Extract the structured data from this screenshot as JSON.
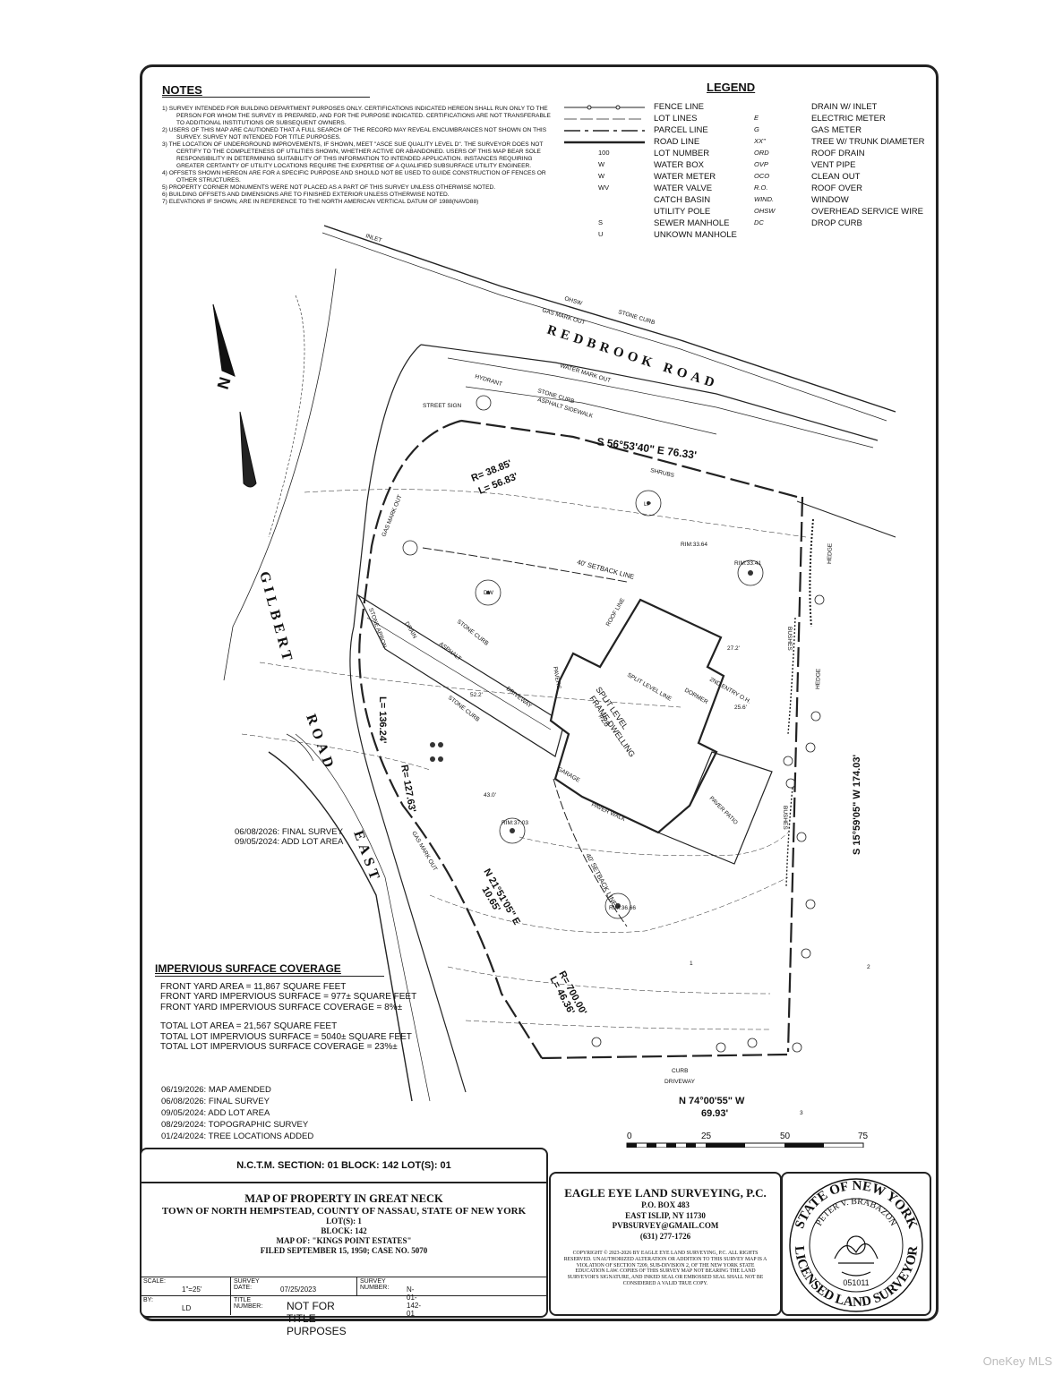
{
  "notes": {
    "title": "NOTES",
    "items": [
      "1)\tSURVEY INTENDED FOR BUILDING DEPARTMENT PURPOSES ONLY. CERTIFICATIONS INDICATED HEREON SHALL RUN ONLY TO THE PERSON FOR WHOM THE SURVEY IS PREPARED, AND FOR THE PURPOSE INDICATED. CERTIFICATIONS ARE NOT TRANSFERABLE TO ADDITIONAL INSTITUTIONS OR SUBSEQUENT OWNERS.",
      "2)\tUSERS OF THIS MAP ARE CAUTIONED THAT A FULL SEARCH OF THE RECORD MAY REVEAL ENCUMBRANCES NOT SHOWN ON THIS SURVEY. SURVEY NOT INTENDED FOR TITLE PURPOSES.",
      "3)\tTHE LOCATION OF UNDERGROUND IMPROVEMENTS, IF SHOWN, MEET \"ASCE SUE QUALITY LEVEL D\". THE SURVEYOR DOES NOT CERTIFY TO THE COMPLETENESS OF UTILITIES SHOWN, WHETHER ACTIVE OR ABANDONED. USERS OF THIS MAP BEAR SOLE RESPONSIBILITY IN DETERMINING SUITABILITY OF THIS INFORMATION TO INTENDED APPLICATION. INSTANCES REQUIRING GREATER CERTAINTY OF UTILITY LOCATIONS REQUIRE THE EXPERTISE OF A QUALIFIED SUBSURFACE UTILITY ENGINEER.",
      "4)\tOFFSETS SHOWN HEREON ARE FOR A SPECIFIC PURPOSE AND SHOULD NOT BE USED TO GUIDE CONSTRUCTION OF FENCES OR OTHER STRUCTURES.",
      "5)\tPROPERTY CORNER MONUMENTS WERE NOT PLACED AS A PART OF THIS SURVEY UNLESS OTHERWISE NOTED.",
      "6)\tBUILDING OFFSETS AND DIMENSIONS ARE TO FINISHED EXTERIOR UNLESS OTHERWISE NOTED.",
      "7)\tELEVATIONS IF SHOWN, ARE IN REFERENCE TO THE NORTH AMERICAN VERTICAL DATUM OF 1988(NAVD88)"
    ]
  },
  "legend": {
    "title": "LEGEND",
    "left": [
      {
        "sym": "",
        "label": "FENCE LINE"
      },
      {
        "sym": "",
        "label": "LOT LINES"
      },
      {
        "sym": "",
        "label": "PARCEL LINE"
      },
      {
        "sym": "",
        "label": "ROAD LINE"
      },
      {
        "sym": "100",
        "label": "LOT NUMBER"
      },
      {
        "sym": "W",
        "label": "WATER BOX"
      },
      {
        "sym": "W",
        "label": "WATER METER"
      },
      {
        "sym": "WV",
        "label": "WATER VALVE"
      },
      {
        "sym": "",
        "label": "CATCH BASIN"
      },
      {
        "sym": "",
        "label": "UTILITY POLE"
      },
      {
        "sym": "S",
        "label": "SEWER MANHOLE"
      },
      {
        "sym": "U",
        "label": "UNKOWN MANHOLE"
      }
    ],
    "right": [
      {
        "sym": "",
        "label": "DRAIN W/ INLET"
      },
      {
        "sym": "E",
        "label": "ELECTRIC METER"
      },
      {
        "sym": "G",
        "label": "GAS METER"
      },
      {
        "sym": "XX\"",
        "label": "TREE W/ TRUNK DIAMETER"
      },
      {
        "sym": "ORD",
        "label": "ROOF DRAIN"
      },
      {
        "sym": "OVP",
        "label": "VENT PIPE"
      },
      {
        "sym": "OCO",
        "label": "CLEAN OUT"
      },
      {
        "sym": "R.O.",
        "label": "ROOF OVER"
      },
      {
        "sym": "WIND.",
        "label": "WINDOW"
      },
      {
        "sym": "OHSW",
        "label": "OVERHEAD SERVICE WIRE"
      },
      {
        "sym": "DC",
        "label": "DROP CURB"
      }
    ]
  },
  "map": {
    "road_redbrook": "REDBROOK ROAD",
    "road_gilbert": "GILBERT",
    "road_gilbert2": "ROAD",
    "road_gilbert3": "EAST",
    "north_arrow": "N",
    "bearing_north": "S 56°53'40\" E 76.33'",
    "bearing_east": "S 15°59'05\" W 174.03'",
    "bearing_south1": "N 74°00'55\" W",
    "bearing_south2": "69.93'",
    "curve1a": "R= 38.85'",
    "curve1b": "L= 56.83'",
    "curve2a": "L= 136.24'",
    "curve2b": "R= 127.63'",
    "tie1": "N 21°51'05\" E",
    "tie2": "10.65'",
    "curve3a": "R= 700.00'",
    "curve3b": "L= 46.36'",
    "dwelling1": "SPLIT LEVEL",
    "dwelling2": "FRAME DWELLING",
    "dwelling3": "#28",
    "setback1": "40' SETBACK LINE",
    "setback2": "40' SETBACK LINE",
    "labels": {
      "ohsw": "OHSW",
      "gas_mark": "GAS MARK OUT",
      "stone_curb": "STONE CURB",
      "water_mark": "WATER MARK OUT",
      "hydrant": "HYDRANT",
      "asphalt_sidewalk": "ASPHALT SIDEWALK",
      "street_sign": "STREET SIGN",
      "shrubs": "SHRUBS",
      "hedge1": "HEDGE",
      "hedge2": "HEDGE",
      "bushes": "BUSHES",
      "bushes2": "BUSHES",
      "stone_apron": "STONE APRON",
      "drain": "DRAIN",
      "asphalt": "ASPHALT",
      "driveway": "DRIVEWAY",
      "stone_curb2": "STONE CURB",
      "stone_curb3": "STONE CURB",
      "garage": "GARAGE",
      "paver_walk": "PAVER WALK",
      "paver_patio": "PAVER PATIO",
      "pavers": "PAVERS",
      "gas_mark2": "GAS MARK OUT",
      "gas_mark3": "GAS MARK OUT",
      "curb": "CURB",
      "driveway2": "DRIVEWAY",
      "inlet": "INLET",
      "roof_line": "ROOF LINE",
      "split_level_line": "SPLIT LEVEL LINE",
      "dormer": "DORMER",
      "entry": "2ND ENTRY O.H.",
      "dw": "DW",
      "lp": "LP",
      "rim1": "RIM:33.64",
      "rim2": "RIM:33.41",
      "rim3": "RIM:37.03",
      "rim4": "RIM:36.66",
      "d27": "27.2'",
      "d25": "25.6'",
      "d52": "52.2'",
      "d43": "43.0'",
      "lot1": "1",
      "lot2": "2",
      "lot3": "3"
    },
    "scale_nums": [
      "0",
      "25",
      "50",
      "75"
    ]
  },
  "revisions_map": [
    "06/08/2026: FINAL SURVEY",
    "09/05/2024: ADD LOT AREA"
  ],
  "impervious": {
    "title": "IMPERVIOUS SURFACE COVERAGE",
    "front": [
      "FRONT YARD AREA = 11,867 SQUARE FEET",
      "FRONT YARD IMPERVIOUS SURFACE = 977± SQUARE FEET",
      "FRONT YARD IMPERVIOUS SURFACE COVERAGE = 8%±"
    ],
    "total": [
      "TOTAL LOT AREA = 21,567 SQUARE FEET",
      "TOTAL LOT IMPERVIOUS SURFACE =  5040± SQUARE FEET",
      "TOTAL LOT IMPERVIOUS SURFACE COVERAGE = 23%±"
    ]
  },
  "revisions": [
    "06/19/2026: MAP AMENDED",
    "06/08/2026: FINAL SURVEY",
    "09/05/2024: ADD LOT AREA",
    "08/29/2024: TOPOGRAPHIC SURVEY",
    "01/24/2024: TREE LOCATIONS ADDED"
  ],
  "titleblock": {
    "ncmt": "N.C.T.M.  SECTION: 01  BLOCK: 142  LOT(S): 01",
    "line1": "MAP OF PROPERTY IN GREAT NECK",
    "line2": "TOWN OF NORTH HEMPSTEAD, COUNTY OF NASSAU, STATE OF NEW YORK",
    "line3": "LOT(S): 1",
    "line4": "BLOCK: 142",
    "line5": "MAP OF: \"KINGS POINT ESTATES\"",
    "line6": "FILED SEPTEMBER 15, 1950; CASE NO. 5070",
    "scale_label": "SCALE:",
    "scale_value": "1\"=25'",
    "survey_date_label": "SURVEY DATE:",
    "survey_date": "07/25/2023",
    "survey_number_label": "SURVEY NUMBER:",
    "survey_number": "N-01-142-01",
    "by_label": "BY:",
    "by_value": "LD",
    "title_number_label": "TITLE NUMBER:",
    "title_note": "NOT FOR TITLE PURPOSES"
  },
  "company": {
    "name": "EAGLE EYE LAND SURVEYING, P.C.",
    "po": "P.O. BOX 483",
    "city": "EAST ISLIP, NY 11730",
    "email": "PVBSURVEY@GMAIL.COM",
    "phone": "(631) 277-1726",
    "copyright": "COPYRIGHT © 2023-2026 BY EAGLE EYE LAND SURVEYING, P.C. ALL RIGHTS RESERVED. UNAUTHORIZED ALTERATION OR ADDITION TO THIS SURVEY MAP IS A VIOLATION OF SECTION 7209, SUB-DIVISION 2, OF THE NEW YORK STATE EDUCATION LAW. COPIES OF THIS SURVEY MAP NOT BEARING THE LAND SURVEYOR'S SIGNATURE, AND INKED SEAL OR EMBOSSED SEAL SHALL NOT BE CONSIDERED A VALID TRUE COPY."
  },
  "seal": {
    "top": "STATE OF NEW YORK",
    "name": "PETER V. BRABAZON",
    "number": "051011",
    "bottom": "LICENSED LAND SURVEYOR"
  },
  "watermark": "OneKey MLS"
}
